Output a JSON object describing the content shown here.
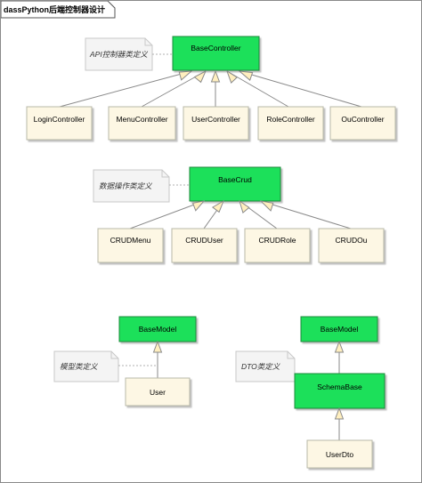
{
  "diagram": {
    "title": "dassPython后端控制器设计",
    "colors": {
      "base_fill": "#1fe05a",
      "base_border": "#1a8a3a",
      "class_fill": "#fdf7e4",
      "class_border": "#b8b8a8",
      "arrow_fill": "#ffefbf",
      "arrow_stroke": "#8a8a8a",
      "note_fill": "#f4f4f4"
    },
    "notes": {
      "api": "API控制器类定义",
      "crud": "数据操作类定义",
      "model": "模型类定义",
      "dto": "DTO类定义"
    },
    "classes": {
      "base_controller": "BaseController",
      "login_controller": "LoginController",
      "menu_controller": "MenuController",
      "user_controller": "UserController",
      "role_controller": "RoleController",
      "ou_controller": "OuController",
      "base_crud": "BaseCrud",
      "crud_menu": "CRUDMenu",
      "crud_user": "CRUDUser",
      "crud_role": "CRUDRole",
      "crud_ou": "CRUDOu",
      "base_model_1": "BaseModel",
      "user": "User",
      "base_model_2": "BaseModel",
      "schema_base": "SchemaBase",
      "user_dto": "UserDto"
    }
  }
}
